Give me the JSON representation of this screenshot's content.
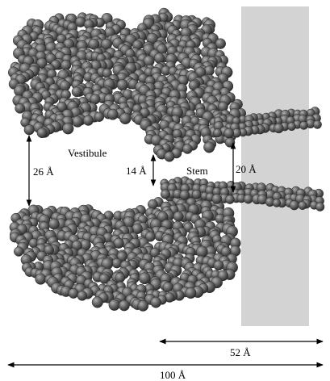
{
  "labels": {
    "vestibule": "Vestibule",
    "stem": "Stem",
    "dim_vestibule_height": "26 Å",
    "dim_constriction": "14 Å",
    "dim_stem_diameter": "20 Å",
    "dim_stem_length": "52 Å",
    "dim_total_length": "100 Å"
  },
  "colors": {
    "atom_fill": "#6b6b6b",
    "atom_highlight": "#a9a9a9",
    "atom_shadow": "#262626",
    "membrane": "#d3d3d3",
    "arrow": "#000000"
  }
}
